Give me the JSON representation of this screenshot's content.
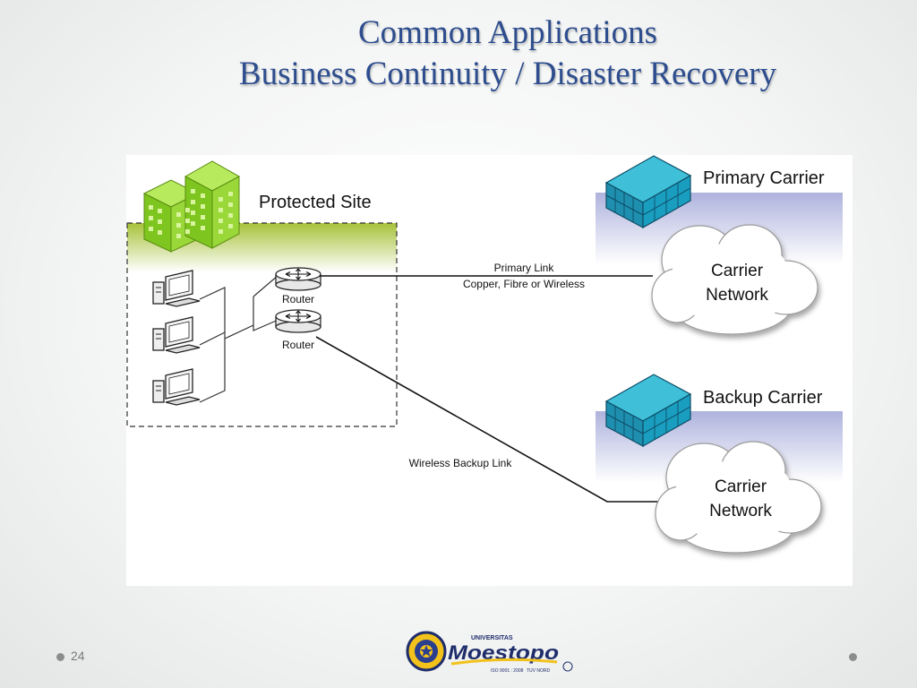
{
  "slide": {
    "title_line1": "Common Applications",
    "title_line2": "Business Continuity / Disaster Recovery",
    "page_number": "24"
  },
  "diagram": {
    "protected_site_label": "Protected Site",
    "router_label_1": "Router",
    "router_label_2": "Router",
    "primary_link_label": "Primary Link",
    "primary_link_sublabel": "Copper, Fibre or Wireless",
    "backup_link_label": "Wireless Backup Link",
    "primary_carrier_label": "Primary Carrier",
    "backup_carrier_label": "Backup Carrier",
    "primary_cloud_line1": "Carrier",
    "primary_cloud_line2": "Network",
    "backup_cloud_line1": "Carrier",
    "backup_cloud_line2": "Network"
  },
  "logo": {
    "university_small": "UNIVERSITAS",
    "university_name": "Moestopo",
    "iso_text": "ISO 9001 : 2008",
    "tuv_text": "TUV NORD"
  },
  "colors": {
    "title": "#2d4d8e",
    "building_green": "#8ed42a",
    "carrier_teal": "#1f9bb8",
    "site_band": "#a7c23a",
    "carrier_band": "#c9cdea"
  }
}
